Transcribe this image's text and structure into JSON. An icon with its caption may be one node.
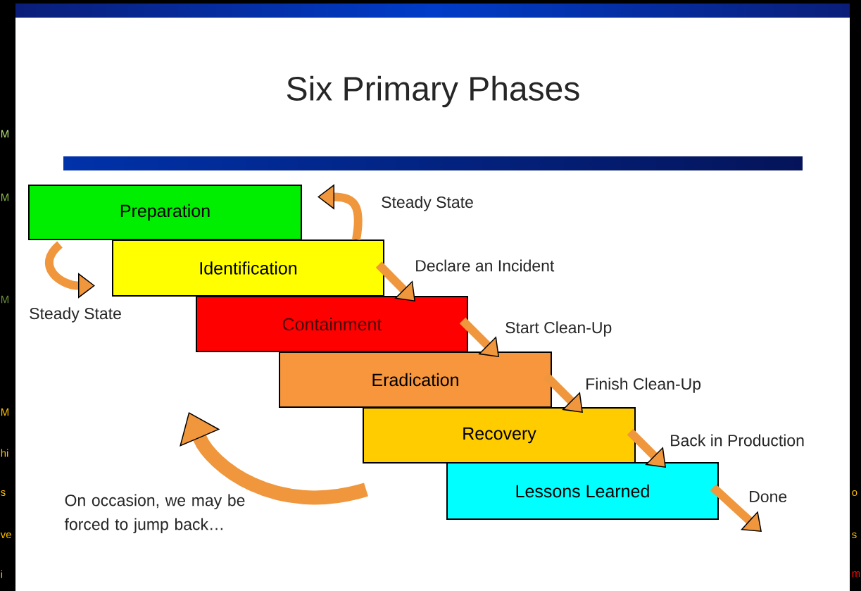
{
  "diagram": {
    "title": "Six Primary Phases",
    "nodes": [
      {
        "text": [
          "Preparation"
        ]
      },
      {
        "text": [
          "Identification"
        ]
      },
      {
        "text": [
          "Containment"
        ]
      },
      {
        "text": [
          "Eradication"
        ]
      },
      {
        "text": [
          "Recovery"
        ]
      },
      {
        "text": [
          "Lessons Learned"
        ]
      }
    ],
    "edges": [
      {
        "from": 1,
        "to": 0,
        "arrow": "to",
        "label": "Steady State"
      },
      {
        "from": 0,
        "to": 1,
        "arrow": "to",
        "label": "Steady State"
      },
      {
        "from": 1,
        "to": 2,
        "arrow": "to",
        "label": "Declare an Incident"
      },
      {
        "from": 2,
        "to": 3,
        "arrow": "to",
        "label": "Start Clean-Up"
      },
      {
        "from": 3,
        "to": 4,
        "arrow": "to",
        "label": "Finish Clean-Up"
      },
      {
        "from": 4,
        "to": 5,
        "arrow": "to",
        "label": "Back in Production"
      },
      {
        "from": 5,
        "to": null,
        "arrow": "to",
        "label": "Done"
      }
    ],
    "labels": [
      "M",
      "M",
      "M",
      "M",
      "hi",
      "s",
      "o",
      "ve",
      "s",
      "i",
      "m",
      "On occasion, we may be forced to jump back…"
    ]
  }
}
